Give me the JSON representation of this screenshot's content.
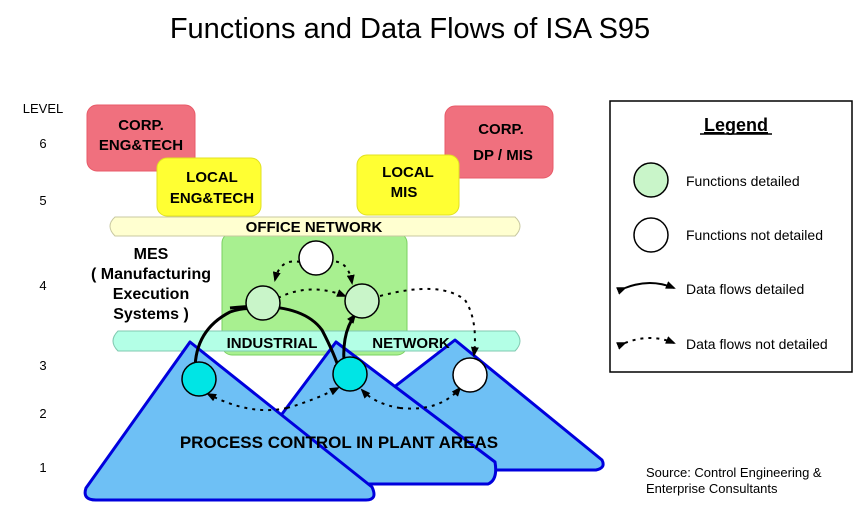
{
  "title": "Functions and Data Flows of ISA S95",
  "levels": {
    "header": "LEVEL",
    "l6": "6",
    "l5": "5",
    "l4": "4",
    "l3": "3",
    "l2": "2",
    "l1": "1"
  },
  "boxes": {
    "corp_eng": [
      "CORP.",
      "ENG&TECH"
    ],
    "corp_dp": [
      "CORP.",
      "DP / MIS"
    ],
    "local_eng": [
      "LOCAL",
      "ENG&TECH"
    ],
    "local_mis": [
      "LOCAL",
      "MIS"
    ]
  },
  "networks": {
    "office": "OFFICE NETWORK",
    "industrial_a": "INDUSTRIAL",
    "industrial_b": "NETWORK"
  },
  "mes": [
    "MES",
    "( Manufacturing",
    "Execution",
    "Systems )"
  ],
  "plant_label": "PROCESS CONTROL IN PLANT AREAS",
  "legend": {
    "title": "Legend",
    "functions_detailed": "Functions detailed",
    "functions_not_detailed": "Functions not detailed",
    "flows_detailed": "Data flows detailed",
    "flows_not_detailed": "Data flows not detailed"
  },
  "source": [
    "Source: Control Engineering &",
    "Enterprise Consultants"
  ],
  "colors": {
    "corp_pink": "#f0707e",
    "local_yellow": "#ffff33",
    "network_band": "#ffffd0",
    "industrial_band": "#b3ffe6",
    "mes_green": "#a8f090",
    "function_detailed": "#c9f5c9",
    "function_cyan": "#00e5e5",
    "triangle_blue": "#6ec0f5",
    "triangle_stroke": "#0000dd"
  }
}
